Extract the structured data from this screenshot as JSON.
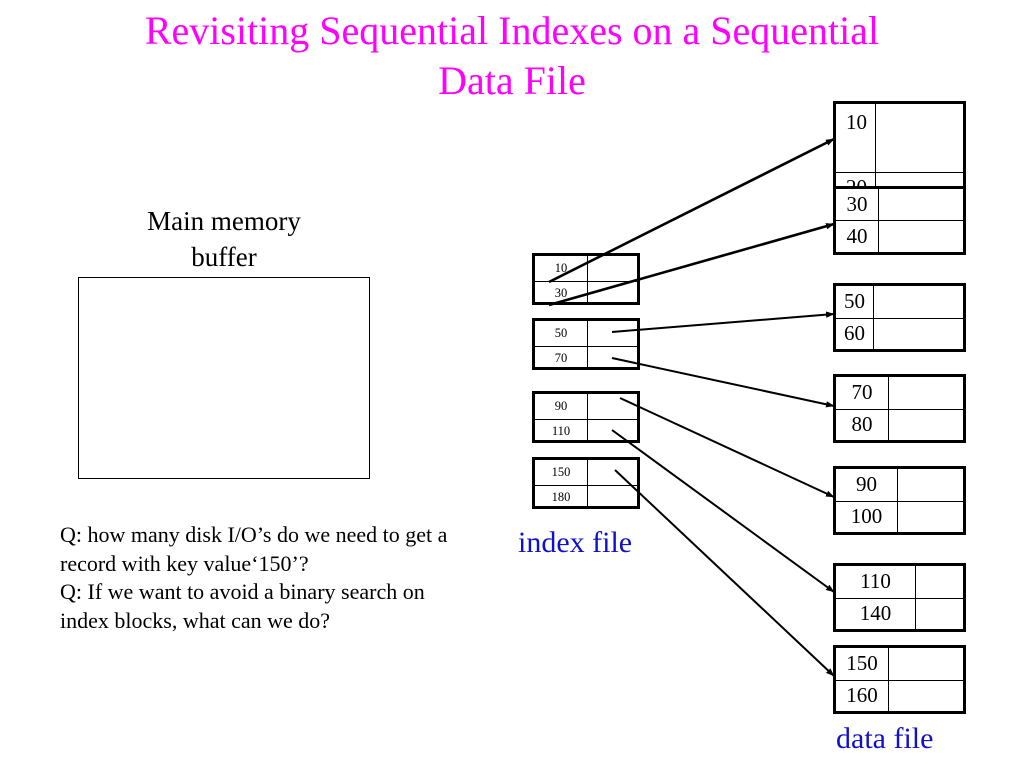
{
  "slide": {
    "title": "Revisiting Sequential Indexes on a Sequential\nData File"
  },
  "main_memory": {
    "label": "Main memory\nbuffer",
    "content": ""
  },
  "questions": {
    "text": "Q: how many disk I/O’s do we need to get a record with key value‘150’?\nQ: If we want to avoid a binary search on index blocks, what can we do?"
  },
  "index_file": {
    "label": "index file",
    "blocks": [
      {
        "rows": [
          {
            "key": "10"
          },
          {
            "key": "30"
          }
        ]
      },
      {
        "rows": [
          {
            "key": "50"
          },
          {
            "key": "70"
          }
        ]
      },
      {
        "rows": [
          {
            "key": "90"
          },
          {
            "key": "110"
          }
        ]
      },
      {
        "rows": [
          {
            "key": "150"
          },
          {
            "key": "180"
          }
        ]
      }
    ]
  },
  "data_file": {
    "label": "data file",
    "blocks": [
      {
        "rows": [
          {
            "key": "10"
          },
          {
            "key": "20"
          }
        ]
      },
      {
        "rows": [
          {
            "key": "30"
          },
          {
            "key": "40"
          }
        ]
      },
      {
        "rows": [
          {
            "key": "50"
          },
          {
            "key": "60"
          }
        ]
      },
      {
        "rows": [
          {
            "key": "70"
          },
          {
            "key": "80"
          }
        ]
      },
      {
        "rows": [
          {
            "key": "90"
          },
          {
            "key": "100"
          }
        ]
      },
      {
        "rows": [
          {
            "key": "110"
          },
          {
            "key": "140"
          }
        ]
      },
      {
        "rows": [
          {
            "key": "150"
          },
          {
            "key": "160"
          }
        ]
      }
    ]
  },
  "colors": {
    "title": "#ff00ff",
    "file_label": "#1111cc",
    "line": "#000000",
    "background": "#ffffff"
  }
}
